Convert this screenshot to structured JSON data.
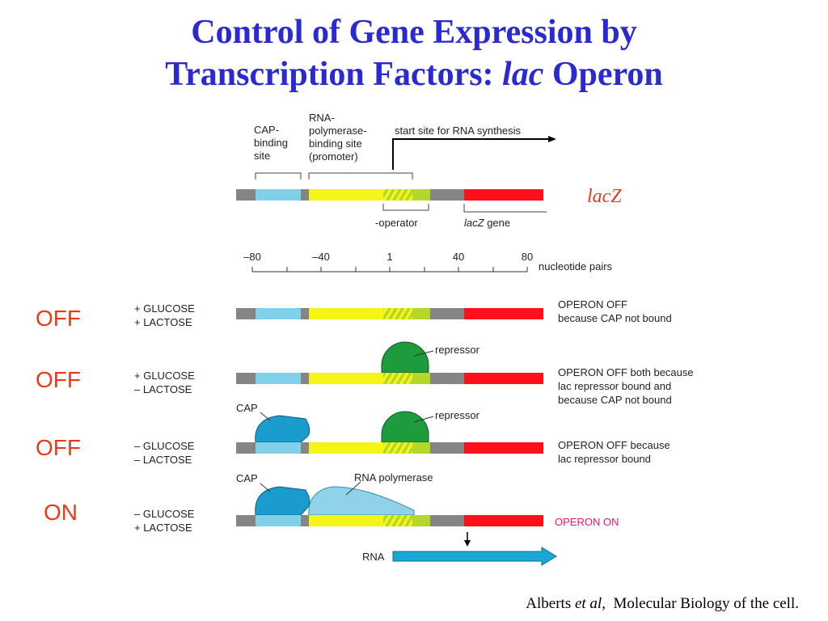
{
  "title": {
    "line1": "Control of Gene Expression by",
    "line2_prefix": "Transcription Factors: ",
    "line2_italic": "lac",
    "line2_suffix": " Operon"
  },
  "map": {
    "cap_site": [
      "CAP-",
      "binding",
      "site"
    ],
    "rnap_site": [
      "RNA-",
      "polymerase-",
      "binding site",
      "(promoter)"
    ],
    "start_site": "start site for RNA synthesis",
    "operator": "operator",
    "lacz_gene_italic": "lacZ",
    "lacz_gene_suffix": "gene",
    "lacz_label": "lacZ",
    "ruler_ticks": [
      "–80",
      "–40",
      "1",
      "40",
      "80"
    ],
    "ruler_units": "nucleotide pairs"
  },
  "rows": [
    {
      "state": "OFF",
      "glucose": "+ GLUCOSE",
      "lactose": "+ LACTOSE",
      "note": [
        "OPERON OFF",
        "because CAP not bound"
      ],
      "repressor": "",
      "cap": "",
      "polymerase": ""
    },
    {
      "state": "OFF",
      "glucose": "+ GLUCOSE",
      "lactose": "– LACTOSE",
      "note": [
        "OPERON OFF both because",
        "lac repressor bound and",
        "because CAP not bound"
      ],
      "repressor": "repressor",
      "cap": "",
      "polymerase": ""
    },
    {
      "state": "OFF",
      "glucose": "– GLUCOSE",
      "lactose": "– LACTOSE",
      "note": [
        "OPERON OFF because",
        "lac repressor bound"
      ],
      "repressor": "repressor",
      "cap": "CAP",
      "polymerase": ""
    },
    {
      "state": "ON",
      "glucose": "– GLUCOSE",
      "lactose": "+ LACTOSE",
      "note": [
        "OPERON ON"
      ],
      "repressor": "",
      "cap": "CAP",
      "polymerase": "RNA polymerase",
      "rna": "RNA"
    }
  ],
  "citation": {
    "prefix": "Alberts ",
    "italic": "et al,",
    "suffix": "  Molecular Biology of the cell."
  },
  "colors": {
    "title": "#2a2ad0",
    "state": "#e8391a",
    "cap_site": "#7fd0e8",
    "promoter": "#f5f518",
    "operator": "#b5d62b",
    "lacz": "#ff0f1a",
    "spacer": "#858585",
    "repressor": "#1e9b3c",
    "cap_protein": "#1b9ccf",
    "rna_polymerase": "#8fd2ea",
    "rna_arrow": "#1aa6d6",
    "operon_on": "#e8186c"
  }
}
